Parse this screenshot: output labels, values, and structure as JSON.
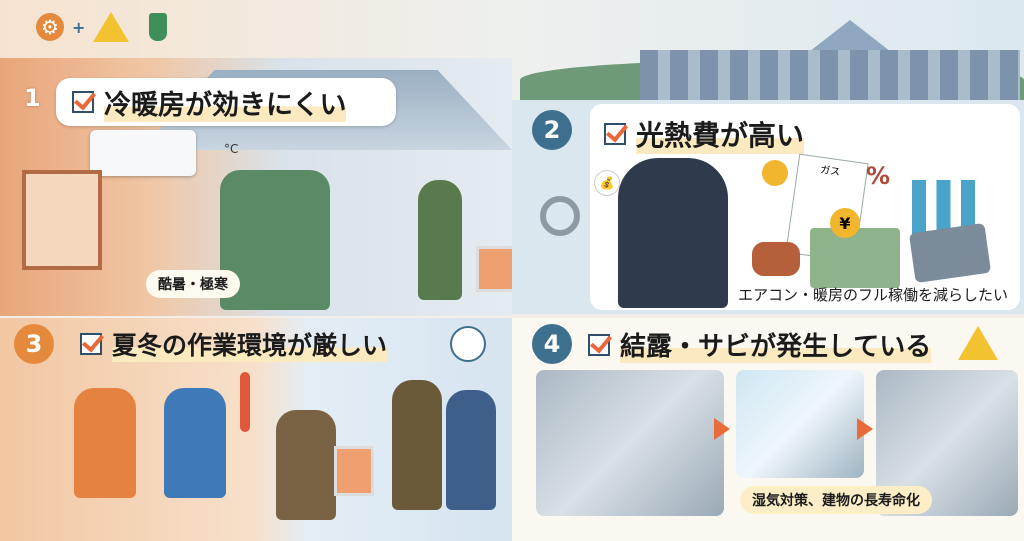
{
  "header_icons": [
    "gear-icon",
    "plus",
    "warning-icon",
    "plug-icon"
  ],
  "plus": "+",
  "panels": [
    {
      "number": "1",
      "title": "冷暖房が効きにくい",
      "label": "酷暑・極寒",
      "thermo": "°C"
    },
    {
      "number": "2",
      "title": "光熱費が高い",
      "label": "エアコン・暖房のフル稼働を減らしたい",
      "bill": "ガス",
      "percent": "%",
      "yen": "¥"
    },
    {
      "number": "3",
      "title": "夏冬の作業環境が厳しい"
    },
    {
      "number": "4",
      "title": "結露・サビが発生している",
      "label": "湿気対策、建物の長寿命化"
    }
  ],
  "colors": {
    "accent": "#e8683a",
    "number_badge": "#3d6f8e",
    "highlight": "#fbe9bf"
  }
}
